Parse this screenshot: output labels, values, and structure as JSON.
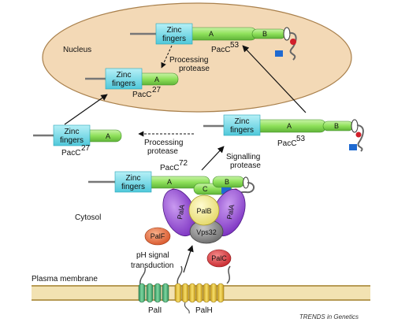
{
  "compartments": {
    "nucleus": "Nucleus",
    "cytosol": "Cytosol",
    "plasma_membrane": "Plasma membrane"
  },
  "proteins": {
    "zinc_line1": "Zinc",
    "zinc_line2": "fingers",
    "domain_a": "A",
    "domain_b": "B",
    "domain_c": "C",
    "pacc53_base": "PacC",
    "pacc53_sup": "53",
    "pacc27_base": "PacC",
    "pacc27_sup": "27",
    "pacc72_base": "PacC",
    "pacc72_sup": "72"
  },
  "processes": {
    "processing_line1": "Processing",
    "processing_line2": "protease",
    "signalling_line1": "Signalling",
    "signalling_line2": "protease",
    "ph_line1": "pH signal",
    "ph_line2": "transduction"
  },
  "pal_proteins": {
    "palA": "PalA",
    "palB": "PalB",
    "vps32": "Vps32",
    "palF": "PalF",
    "palC": "PalC",
    "palI": "PalI",
    "palH": "PalH"
  },
  "credit": "TRENDS in Genetics",
  "colors": {
    "zinc_fingers": "#5fd6e6",
    "domains": "#8ee05a",
    "nucleus_fill": "#f3d9b6",
    "palA": "#8a3fcf",
    "palB": "#f4ec8c",
    "vps32": "#888888",
    "palF_palC": "#e36a3c",
    "membrane": "#f2e2b2",
    "phospho": "#d11f2a",
    "tag": "#1f6ad1"
  }
}
